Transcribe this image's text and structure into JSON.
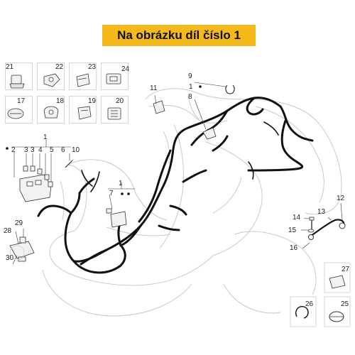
{
  "banner": {
    "text": "Na obrázku díl číslo 1"
  },
  "colors": {
    "banner": "#f6b91c",
    "harness": "#111111",
    "scooter_outline": "#c9c9c9",
    "cell_border": "#d5d5d5"
  },
  "part_labels": {
    "p21": "21",
    "p22": "22",
    "p23": "23",
    "p24": "24",
    "p17": "17",
    "p18": "18",
    "p19": "19",
    "p20": "20",
    "p9": "9",
    "p1a": "1",
    "p8": "8",
    "p11": "11",
    "p1b": "1",
    "p2": "2",
    "p3": "3",
    "p4": "4",
    "p5": "5",
    "p6": "6",
    "p10": "10",
    "p1c": "1",
    "p7": "7",
    "p12": "12",
    "p13": "13",
    "p14": "14",
    "p15": "15",
    "p16": "16",
    "p29": "29",
    "p28": "28",
    "p30": "30",
    "p27": "27",
    "p26": "26",
    "p25": "25"
  }
}
